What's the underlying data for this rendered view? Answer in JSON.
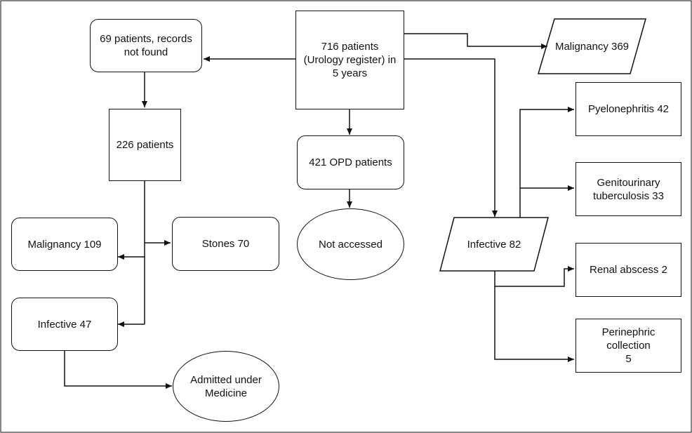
{
  "nodes": {
    "total": "716 patients\n(Urology register) in\n5 years",
    "not_found": "69 patients, records\nnot found",
    "p226": "226 patients",
    "opd": "421 OPD patients",
    "not_accessed": "Not accessed",
    "malig_369": "Malignancy 369",
    "infective_82": "Infective 82",
    "pyelo": "Pyelonephritis 42",
    "gu_tb": "Genitourinary\ntuberculosis 33",
    "renal_abscess": "Renal abscess 2",
    "perinephric": "Perinephric collection\n5",
    "malig_109": "Malignancy 109",
    "stones": "Stones 70",
    "infective_47": "Infective 47",
    "admitted": "Admitted under\nMedicine"
  }
}
